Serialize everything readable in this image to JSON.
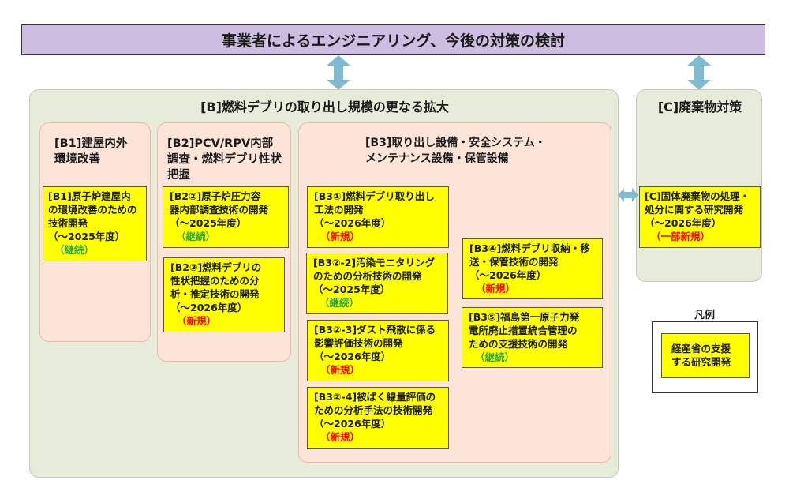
{
  "banner": {
    "title": "事業者によるエンジニアリング、今後の対策の検討"
  },
  "panel_b": {
    "title": "[B]燃料デブリの取り出し規模の更なる拡大",
    "b1": {
      "title": [
        "[B1]建屋内外",
        "環境改善"
      ],
      "items": [
        {
          "lines": [
            "[B1]原子炉建屋内",
            "の環境改善のための",
            "技術開発"
          ],
          "period": "（～2025年度）",
          "status": "（継続）"
        }
      ]
    },
    "b2": {
      "title": [
        "[B2]PCV/RPV内部",
        "調査・燃料デブリ性状",
        "把握"
      ],
      "items": [
        {
          "lines": [
            "[B2②]原子炉圧力容",
            "器内部調査技術の開発"
          ],
          "period": "（～2025年度）",
          "status": "（継続）"
        },
        {
          "lines": [
            "[B2③]燃料デブリの",
            "性状把握のための分",
            "析・推定技術の開発"
          ],
          "period": "（～2026年度）",
          "status": "（新規）"
        }
      ]
    },
    "b3": {
      "title": [
        "[B3]取り出し設備・安全システム・",
        "メンテナンス設備・保管設備"
      ],
      "items": [
        {
          "lines": [
            "[B3①]燃料デブリ取り出し",
            "工法の開発"
          ],
          "period": "（～2026年度）",
          "status": "（新規）"
        },
        {
          "lines": [
            "[B3②-2]汚染モニタリング",
            "のための分析技術の開発"
          ],
          "period": "（～2025年度）",
          "status": "（継続）"
        },
        {
          "lines": [
            "[B3②-3]ダスト飛散に係る",
            "影響評価技術の開発"
          ],
          "period": "（～2026年度）",
          "status": "（新規）"
        },
        {
          "lines": [
            "[B3②-4]被ばく線量評価の",
            "ための分析手法の技術開発"
          ],
          "period": "（～2026年度）",
          "status": "（新規）"
        },
        {
          "lines": [
            "[B3④]燃料デブリ収納・移",
            "送・保管技術の開発"
          ],
          "period": "（～2026年度）",
          "status": "（新規）"
        },
        {
          "lines": [
            "[B3⑤]福島第一原子力発",
            "電所廃止措置統合管理の",
            "ための支援技術の開発"
          ],
          "status": "（継続）"
        }
      ]
    }
  },
  "panel_c": {
    "title": "[C]廃棄物対策",
    "item": {
      "lines": [
        "[C]固体廃棄物の処理・",
        "処分に関する研究開発"
      ],
      "period": "（～2026年度）",
      "status": "（一部新規）"
    }
  },
  "legend": {
    "title": "凡例",
    "lines": [
      "経産省の支援",
      "する研究開発"
    ]
  },
  "colors": {
    "continue": "#2aa84a",
    "new": "#ff0000",
    "box": "#ffff00",
    "arrow": "#7fbcd2"
  }
}
